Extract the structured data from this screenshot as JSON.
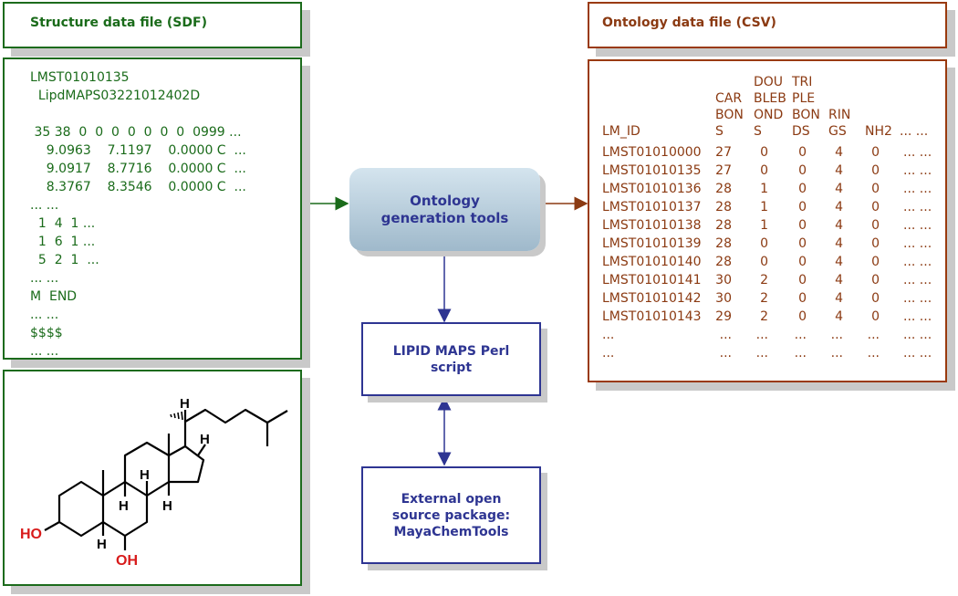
{
  "sdf": {
    "title": "Structure data file (SDF)",
    "lines": [
      "LMST01010135",
      "  LipdMAPS03221012402D",
      "",
      " 35 38  0  0  0  0  0  0  0  0999 ...",
      "    9.0963    7.1197    0.0000 C  ...",
      "    9.0917    8.7716    0.0000 C  ...",
      "    8.3767    8.3546    0.0000 C  ...",
      "... ...",
      "  1  4  1 ...",
      "  1  6  1 ...",
      "  5  2  1  ...",
      "... ...",
      "M  END",
      "... ...",
      "$$$$",
      "... ..."
    ]
  },
  "molecule": {
    "labels": {
      "oh_left": "HO",
      "oh_bottom": "OH",
      "h": "H"
    }
  },
  "tool": {
    "label": "Ontology generation tools"
  },
  "perl": {
    "label": "LIPID MAPS Perl script"
  },
  "external": {
    "label": "External open source package: MayaChemTools"
  },
  "csv": {
    "title": "Ontology data file (CSV)",
    "headers": [
      [
        "LM_ID"
      ],
      [
        "CAR",
        "BON",
        "S"
      ],
      [
        "DOU",
        "BLEB",
        "OND",
        "S"
      ],
      [
        "TRI",
        "PLE",
        "BON",
        "DS"
      ],
      [
        "RIN",
        "GS"
      ],
      [
        "NH2"
      ],
      [
        "... ..."
      ]
    ],
    "rows": [
      [
        "LMST01010000",
        "27",
        "0",
        "0",
        "4",
        "0",
        "... ..."
      ],
      [
        "LMST01010135",
        "27",
        "0",
        "0",
        "4",
        "0",
        "... ..."
      ],
      [
        "LMST01010136",
        "28",
        "1",
        "0",
        "4",
        "0",
        "... ..."
      ],
      [
        "LMST01010137",
        "28",
        "1",
        "0",
        "4",
        "0",
        "... ..."
      ],
      [
        "LMST01010138",
        "28",
        "1",
        "0",
        "4",
        "0",
        "... ..."
      ],
      [
        "LMST01010139",
        "28",
        "0",
        "0",
        "4",
        "0",
        "... ..."
      ],
      [
        "LMST01010140",
        "28",
        "0",
        "0",
        "4",
        "0",
        "... ..."
      ],
      [
        "LMST01010141",
        "30",
        "2",
        "0",
        "4",
        "0",
        "... ..."
      ],
      [
        "LMST01010142",
        "30",
        "2",
        "0",
        "4",
        "0",
        "... ..."
      ],
      [
        "LMST01010143",
        "29",
        "2",
        "0",
        "4",
        "0",
        "... ..."
      ],
      [
        "...",
        "...",
        "...",
        "...",
        "...",
        "...",
        "... ..."
      ],
      [
        "...",
        "...",
        "...",
        "...",
        "...",
        "...",
        "... ..."
      ]
    ]
  },
  "colors": {
    "green": "#1a6b1a",
    "brown": "#8b3a12",
    "navy": "#2e3592",
    "red": "#d81b1b"
  }
}
